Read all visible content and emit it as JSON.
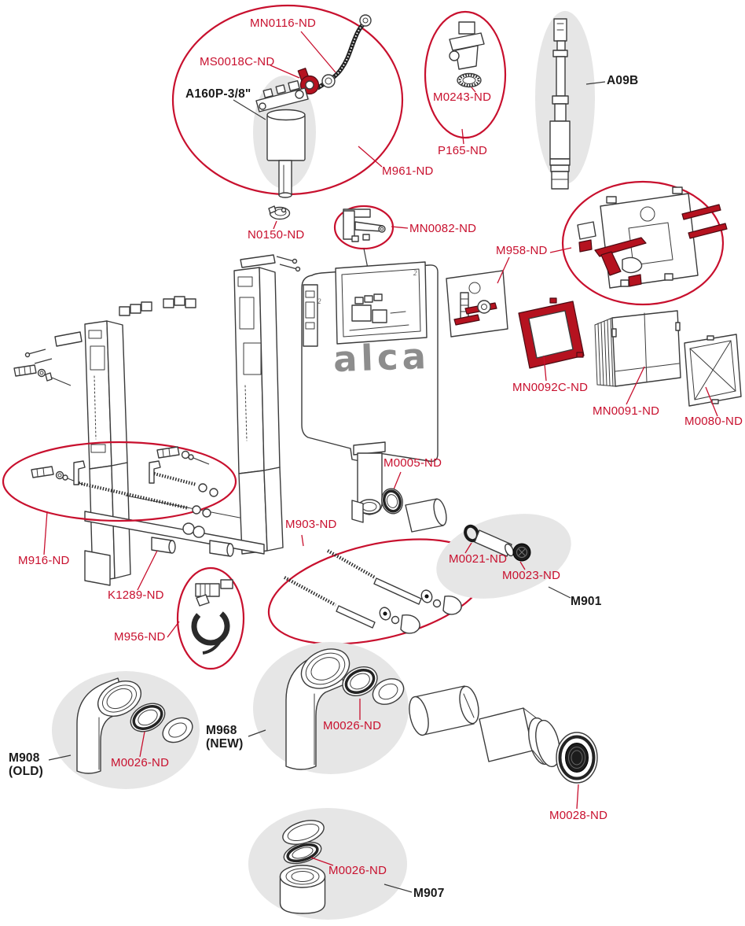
{
  "colors": {
    "label_red": "#c8102e",
    "part_red": "#b5121f",
    "line_color": "#3b3b3b",
    "blob_gray": "#e6e6e6",
    "logo_gray": "#8d8d8d"
  },
  "logo": "alca",
  "marks": [
    "2",
    "2"
  ],
  "labels": [
    {
      "id": "MN0116-ND",
      "text": "MN0116-ND"
    },
    {
      "id": "MS0018C-ND",
      "text": "MS0018C-ND"
    },
    {
      "id": "A160P",
      "text": "A160P-3/8\""
    },
    {
      "id": "M961-ND",
      "text": "M961-ND"
    },
    {
      "id": "M0243-ND",
      "text": "M0243-ND"
    },
    {
      "id": "P165-ND",
      "text": "P165-ND"
    },
    {
      "id": "A09B",
      "text": "A09B"
    },
    {
      "id": "N0150-ND",
      "text": "N0150-ND"
    },
    {
      "id": "MN0082-ND",
      "text": "MN0082-ND"
    },
    {
      "id": "M958-ND",
      "text": "M958-ND"
    },
    {
      "id": "MN0092C-ND",
      "text": "MN0092C-ND"
    },
    {
      "id": "MN0091-ND",
      "text": "MN0091-ND"
    },
    {
      "id": "M0080-ND",
      "text": "M0080-ND"
    },
    {
      "id": "M0005-ND",
      "text": "M0005-ND"
    },
    {
      "id": "M916-ND",
      "text": "M916-ND"
    },
    {
      "id": "K1289-ND",
      "text": "K1289-ND"
    },
    {
      "id": "M956-ND",
      "text": "M956-ND"
    },
    {
      "id": "M903-ND",
      "text": "M903-ND"
    },
    {
      "id": "M0021-ND",
      "text": "M0021-ND"
    },
    {
      "id": "M0023-ND",
      "text": "M0023-ND"
    },
    {
      "id": "M901",
      "text": "M901"
    },
    {
      "id": "M908-OLD",
      "text": "M908\n(OLD)"
    },
    {
      "id": "M0026-ND-a",
      "text": "M0026-ND"
    },
    {
      "id": "M968-NEW",
      "text": "M968\n(NEW)"
    },
    {
      "id": "M0026-ND-b",
      "text": "M0026-ND"
    },
    {
      "id": "M0028-ND",
      "text": "M0028-ND"
    },
    {
      "id": "M0026-ND-c",
      "text": "M0026-ND"
    },
    {
      "id": "M907",
      "text": "M907"
    }
  ]
}
